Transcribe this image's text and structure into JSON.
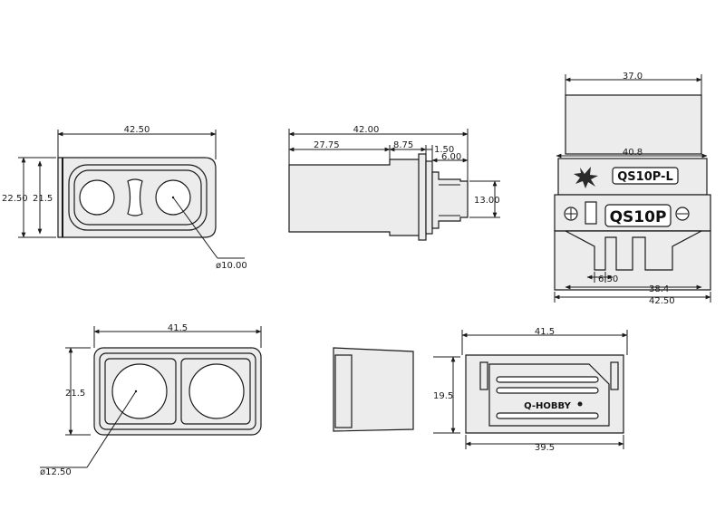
{
  "views": {
    "front": {
      "width_label": "42.50",
      "outer_height_label": "22.50",
      "inner_height_label": "21.5",
      "hole_label": "ø10.00"
    },
    "side": {
      "total_label": "42.00",
      "body_label": "27.75",
      "step_label": "8.75",
      "flange_label": "1.50",
      "tail_label": "6.00",
      "height_label": "13.00"
    },
    "end": {
      "top_width_label": "37.0",
      "mid_width_label": "40.8",
      "model_l_label": "QS10P-L",
      "model_label": "QS10P",
      "slot_label": "6.50",
      "inner_width_label": "38.4",
      "outer_width_label": "42.50"
    },
    "socket": {
      "width_label": "41.5",
      "height_label": "21.5",
      "hole_label": "ø12.50"
    },
    "housing": {
      "width_label": "41.5",
      "height_label": "19.5",
      "bottom_label": "39.5",
      "brand_label": "Q-HOBBY"
    }
  },
  "colors": {
    "ink": "#1a1a1a",
    "fill": "#ececec"
  }
}
